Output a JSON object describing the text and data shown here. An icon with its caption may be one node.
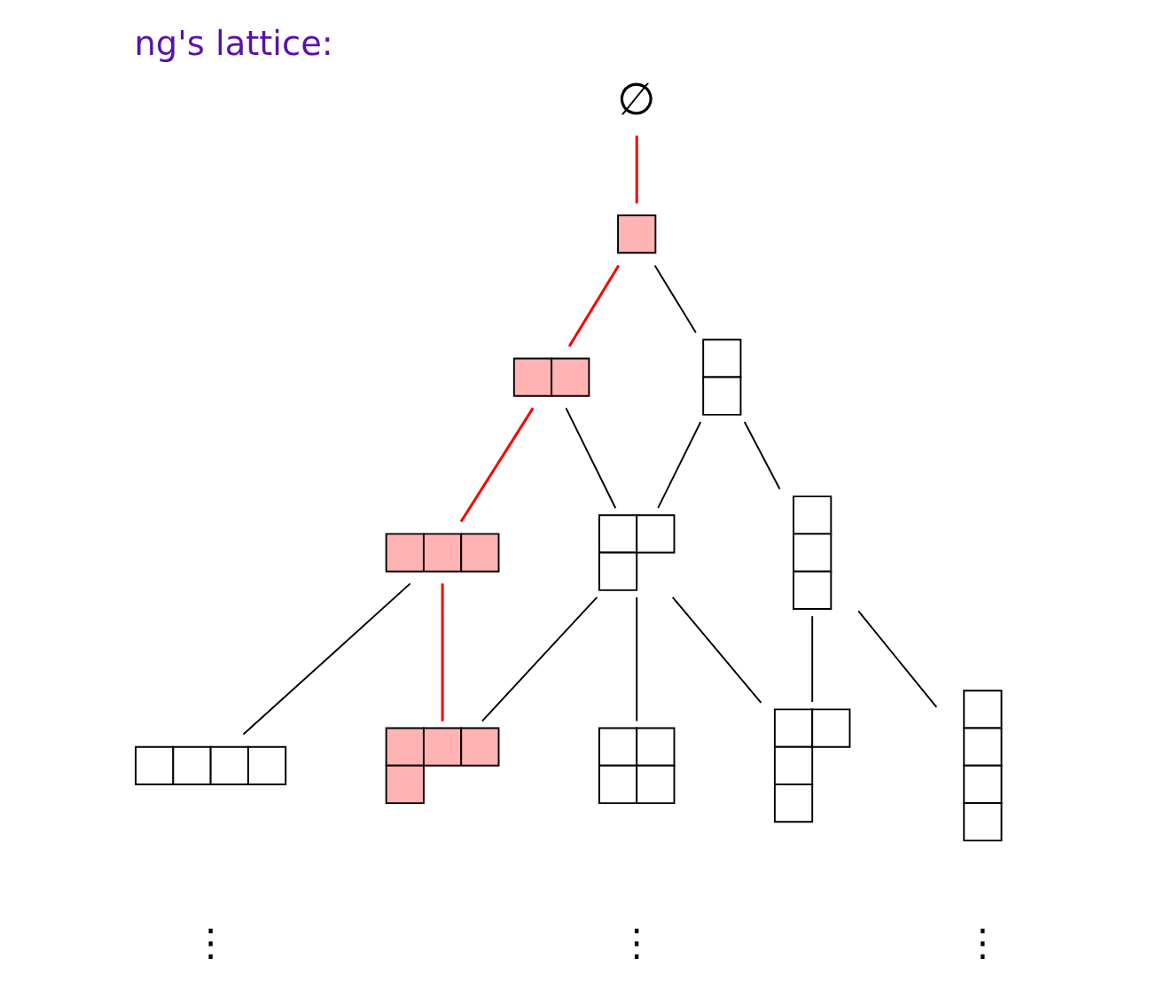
{
  "diagram": {
    "title": "ng's lattice:",
    "nodes": [
      {
        "text": [
          "∅"
        ]
      },
      {
        "text": [],
        "shape": "box"
      },
      {
        "text": [],
        "shape": "box"
      },
      {
        "text": [],
        "shape": "box"
      },
      {
        "text": [],
        "shape": "box"
      },
      {
        "text": [],
        "shape": "box"
      },
      {
        "text": [],
        "shape": "box"
      },
      {
        "text": [],
        "shape": "box"
      },
      {
        "text": [],
        "shape": "box"
      },
      {
        "text": [],
        "shape": "box"
      },
      {
        "text": [],
        "shape": "box"
      },
      {
        "text": [],
        "shape": "box"
      }
    ],
    "edges": [
      {
        "from": 0,
        "to": 1,
        "arrow": "none",
        "color": "#ff0000"
      },
      {
        "from": 1,
        "to": 2,
        "arrow": "none",
        "color": "#ff0000"
      },
      {
        "from": 1,
        "to": 3,
        "arrow": "none"
      },
      {
        "from": 2,
        "to": 4,
        "arrow": "none",
        "color": "#ff0000"
      },
      {
        "from": 2,
        "to": 5,
        "arrow": "none"
      },
      {
        "from": 3,
        "to": 5,
        "arrow": "none"
      },
      {
        "from": 3,
        "to": 6,
        "arrow": "none"
      },
      {
        "from": 4,
        "to": 7,
        "arrow": "none"
      },
      {
        "from": 4,
        "to": 8,
        "arrow": "none",
        "color": "#ff0000"
      },
      {
        "from": 5,
        "to": 8,
        "arrow": "none"
      },
      {
        "from": 5,
        "to": 9,
        "arrow": "none"
      },
      {
        "from": 5,
        "to": 10,
        "arrow": "none"
      },
      {
        "from": 6,
        "to": 10,
        "arrow": "none"
      },
      {
        "from": 6,
        "to": 11,
        "arrow": "none"
      }
    ],
    "labels": [
      "⋮",
      "⋮",
      "⋮"
    ]
  }
}
